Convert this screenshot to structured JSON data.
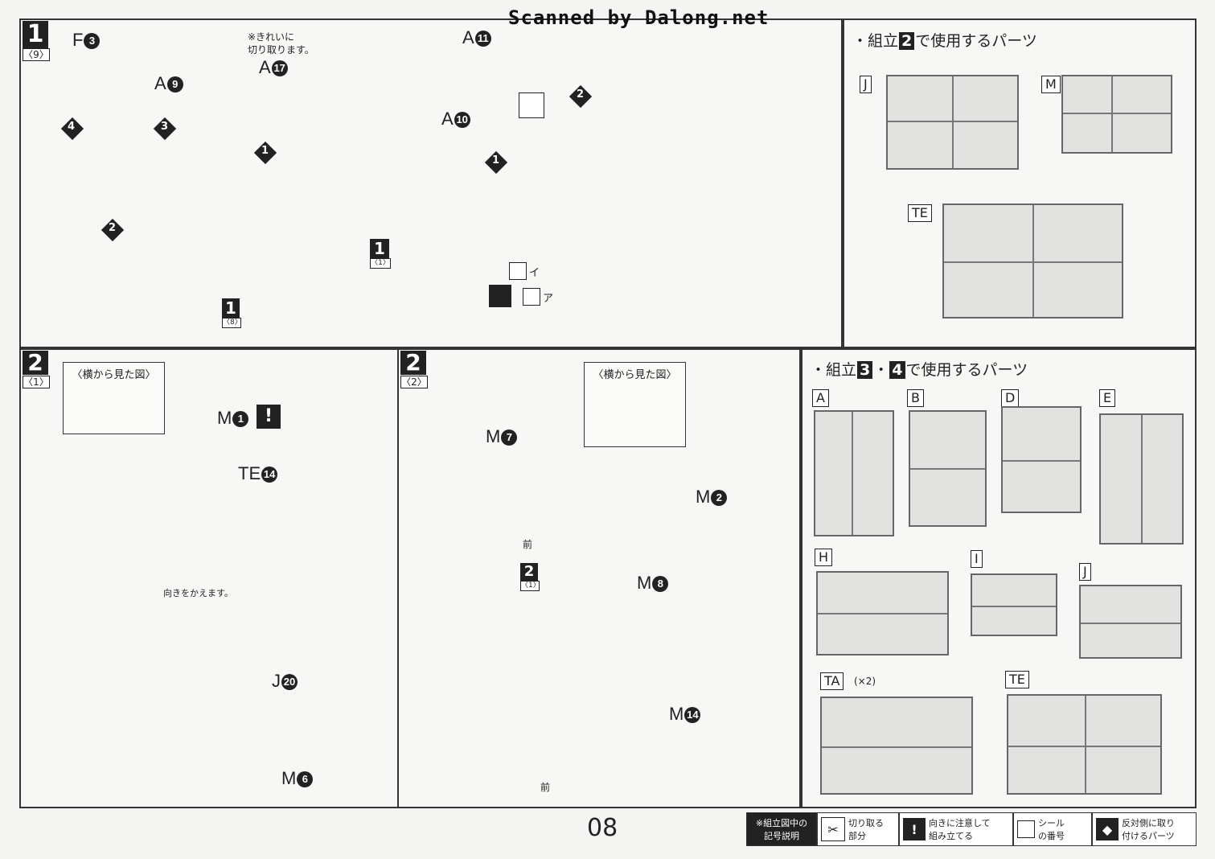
{
  "watermark": "Scanned by Dalong.net",
  "page_number": "08",
  "step1": {
    "num": "1",
    "sub": "〈9〉",
    "note": "※きれいに\n切り取ります。",
    "parts": {
      "f3": {
        "letter": "F",
        "n": "3"
      },
      "a9": {
        "letter": "A",
        "n": "9"
      },
      "a17": {
        "letter": "A",
        "n": "17"
      },
      "a11": {
        "letter": "A",
        "n": "11"
      },
      "a10": {
        "letter": "A",
        "n": "10"
      }
    },
    "ref_a": {
      "num": "1",
      "sub": "〈8〉"
    },
    "ref_b": {
      "num": "1",
      "sub": "〈1〉"
    },
    "arrow_nums": [
      "1",
      "2",
      "3",
      "4"
    ],
    "sticker_i": "イ",
    "sticker_a": "ア"
  },
  "parts_used_2": {
    "title_pre": "・組立",
    "title_num": "2",
    "title_post": "で使用するパーツ",
    "runners": [
      "J",
      "M",
      "TE"
    ]
  },
  "step2_1": {
    "num": "2",
    "sub": "〈1〉",
    "side_view": "〈横から見た図〉",
    "m1": {
      "letter": "M",
      "n": "1"
    },
    "te14": {
      "letter": "TE",
      "n": "14"
    },
    "turn_note": "向きをかえます。",
    "j20": {
      "letter": "J",
      "n": "20"
    },
    "m6": {
      "letter": "M",
      "n": "6"
    }
  },
  "step2_2": {
    "num": "2",
    "sub": "〈2〉",
    "side_view": "〈横から見た図〉",
    "m7": {
      "letter": "M",
      "n": "7"
    },
    "m2": {
      "letter": "M",
      "n": "2"
    },
    "m8": {
      "letter": "M",
      "n": "8"
    },
    "m14": {
      "letter": "M",
      "n": "14"
    },
    "front": "前",
    "ref": {
      "num": "2",
      "sub": "〈1〉"
    }
  },
  "parts_used_34": {
    "title_pre": "・組立",
    "num_a": "3",
    "mid": "・",
    "num_b": "4",
    "title_post": "で使用するパーツ",
    "runners": [
      "A",
      "B",
      "D",
      "E",
      "H",
      "I",
      "J",
      "TA",
      "TE"
    ],
    "ta_count": "(×2)"
  },
  "legend": {
    "title": "※組立図中の\n記号説明",
    "cut": "切り取る\n部分",
    "caution": "向きに注意して\n組み立てる",
    "sticker": "シール\nの番号",
    "opposite": "反対側に取り\n付けるパーツ"
  }
}
